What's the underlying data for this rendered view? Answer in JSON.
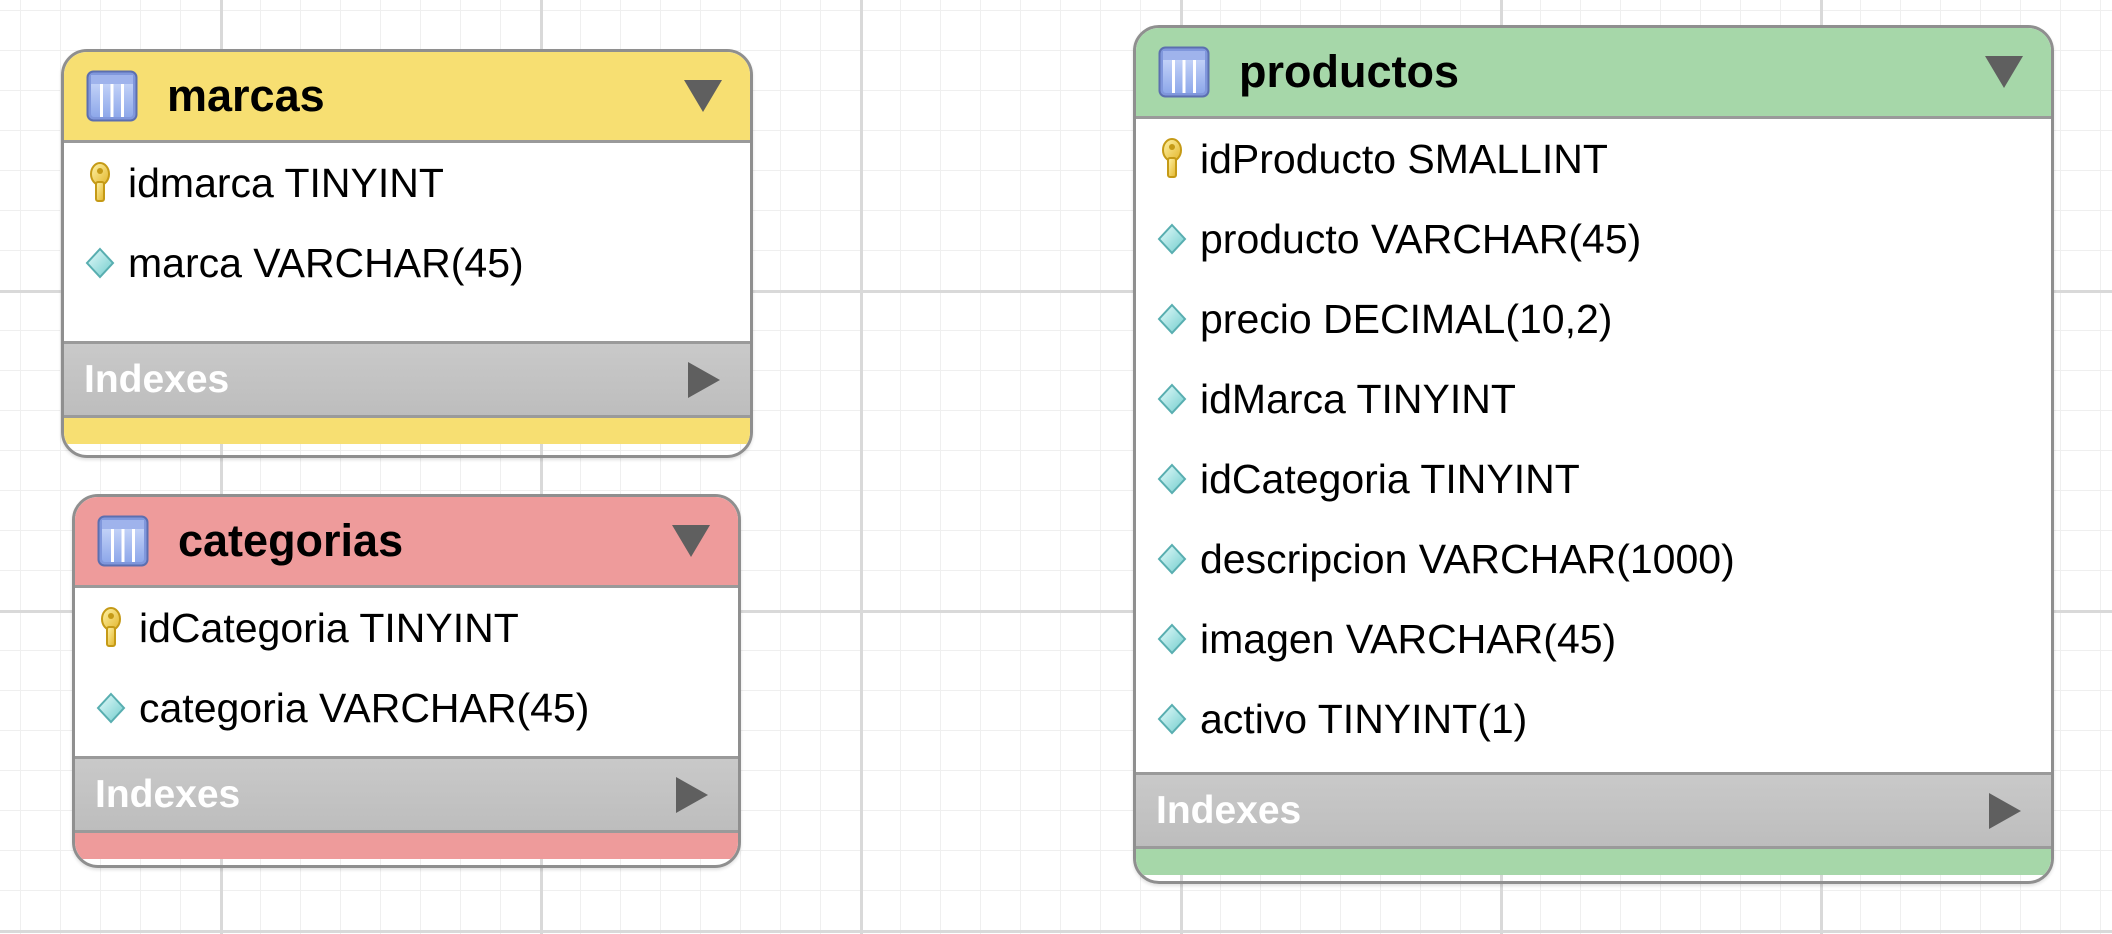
{
  "tables": {
    "marcas": {
      "name": "marcas",
      "color": "#f7df72",
      "columns": [
        {
          "text": "idmarca TINYINT",
          "key": "primary"
        },
        {
          "text": "marca VARCHAR(45)",
          "key": "column"
        }
      ],
      "indexes_label": "Indexes"
    },
    "categorias": {
      "name": "categorias",
      "color": "#ee9b9b",
      "columns": [
        {
          "text": "idCategoria TINYINT",
          "key": "primary"
        },
        {
          "text": "categoria VARCHAR(45)",
          "key": "column"
        }
      ],
      "indexes_label": "Indexes"
    },
    "productos": {
      "name": "productos",
      "color": "#a6d7a9",
      "columns": [
        {
          "text": "idProducto SMALLINT",
          "key": "primary"
        },
        {
          "text": "producto VARCHAR(45)",
          "key": "column"
        },
        {
          "text": "precio DECIMAL(10,2)",
          "key": "column"
        },
        {
          "text": "idMarca TINYINT",
          "key": "column"
        },
        {
          "text": "idCategoria TINYINT",
          "key": "column"
        },
        {
          "text": "descripcion VARCHAR(1000)",
          "key": "column"
        },
        {
          "text": "imagen VARCHAR(45)",
          "key": "column"
        },
        {
          "text": "activo TINYINT(1)",
          "key": "column"
        }
      ],
      "indexes_label": "Indexes"
    }
  },
  "icons": {
    "table": "table-icon",
    "primary_key": "key-icon",
    "column": "diamond-icon",
    "collapse": "triangle-down-icon",
    "expand": "triangle-right-icon"
  }
}
